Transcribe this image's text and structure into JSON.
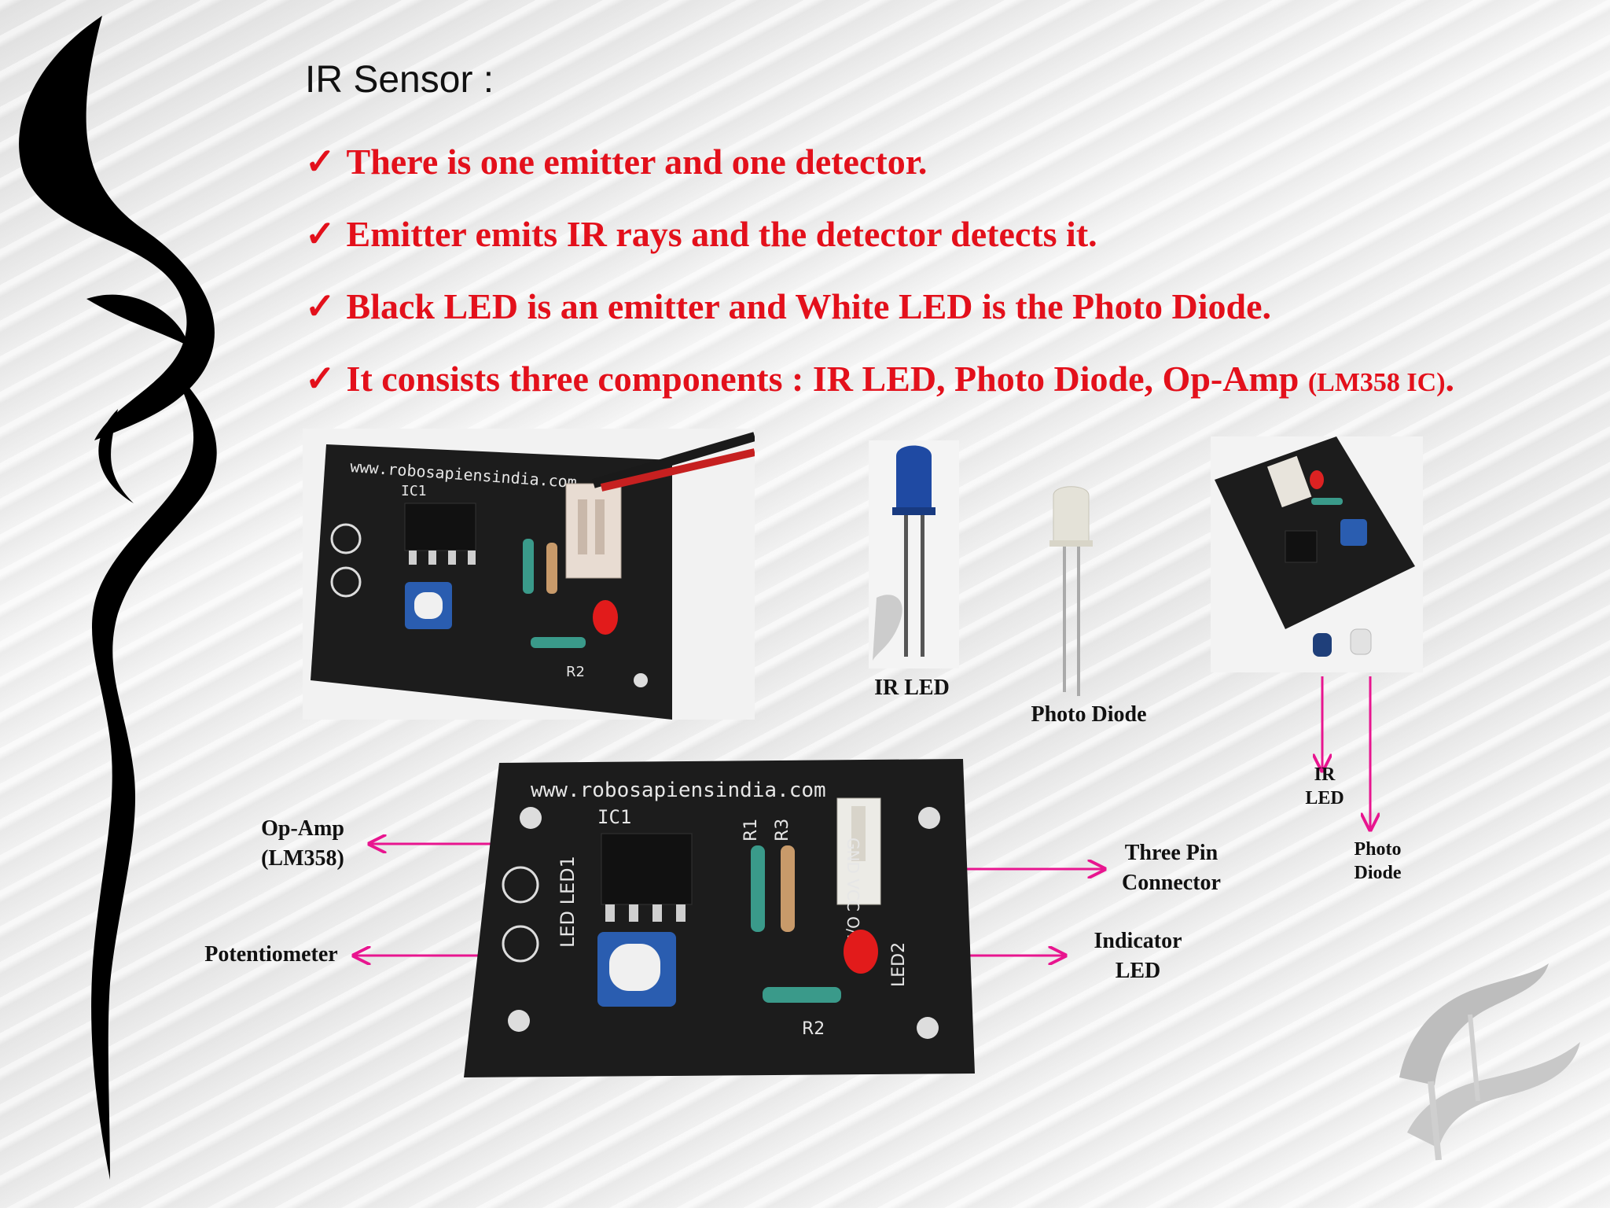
{
  "slide": {
    "title": "IR Sensor :",
    "bullets": [
      {
        "check": "✓",
        "text": "There is one emitter and one detector."
      },
      {
        "check": "✓",
        "text": "Emitter emits IR rays and the detector detects  it."
      },
      {
        "check": "✓",
        "text": "Black LED is an emitter and White LED is the Photo Diode."
      },
      {
        "check": "✓",
        "text": "It consists three components : IR LED, Photo Diode, Op-Amp ",
        "small": "(LM358 IC)",
        "tail": "."
      }
    ]
  },
  "board_silkscreen": {
    "url": "www.robosapiensindia.com",
    "ic": "IC1",
    "r1": "R1",
    "r3": "R3",
    "r2": "R2",
    "led_left": "LED LED1",
    "led2": "LED2",
    "pins": "GND VCC O/P"
  },
  "labels": {
    "ir_led": "IR LED",
    "photo_diode": "Photo Diode",
    "module_ir": [
      "IR",
      "LED"
    ],
    "module_photo": [
      "Photo",
      "Diode"
    ],
    "op_amp": [
      "Op-Amp",
      "(LM358)"
    ],
    "potentiometer": "Potentiometer",
    "three_pin": [
      "Three Pin",
      "Connector"
    ],
    "indicator": [
      "Indicator",
      "LED"
    ]
  },
  "colors": {
    "bullet_red": "#e3101b",
    "arrow_magenta": "#e8158f",
    "pcb_black": "#1c1c1c"
  }
}
